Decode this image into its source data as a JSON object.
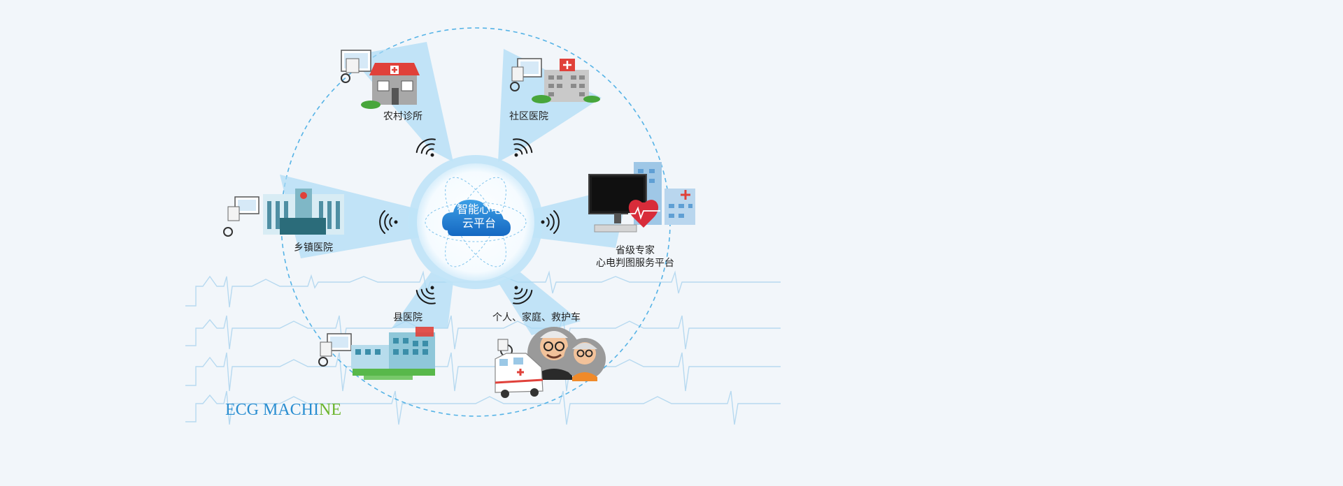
{
  "center": {
    "line1": "智能心电",
    "line2": "云平台"
  },
  "nodes": {
    "rural_clinic": "农村诊所",
    "community_hospital": "社区医院",
    "township_hospital": "乡镇医院",
    "provincial_line1": "省级专家",
    "provincial_line2": "心电判图服务平台",
    "county_hospital": "县医院",
    "personal": "个人、家庭、救护车"
  },
  "brand": {
    "part1": "ECG MACHI",
    "part2": "NE"
  },
  "colors": {
    "accent_blue": "#2a8ed1",
    "accent_green": "#6cb52d",
    "ray_blue": "#8ccbef",
    "ecg_line": "#a9d3ee",
    "cloud": "#1e7fd0"
  }
}
